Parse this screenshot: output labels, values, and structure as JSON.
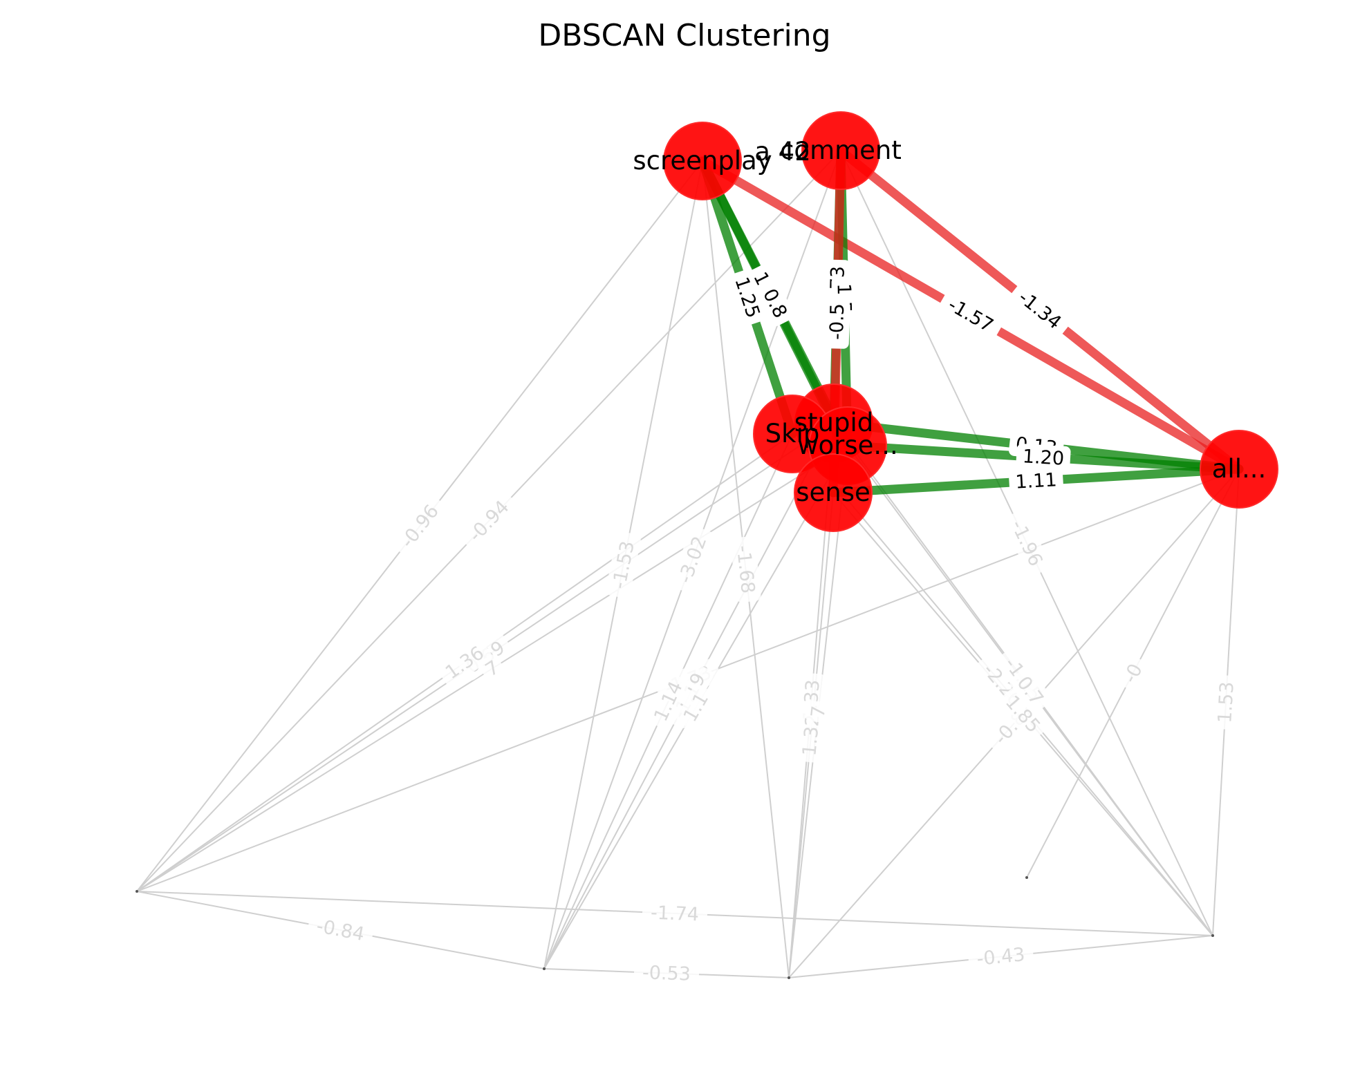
{
  "title": "DBSCAN Clustering",
  "colors": {
    "node_fill": "#ff0000",
    "node_stroke": "#ff2a2a",
    "positive_edge": "#008000",
    "negative_edge": "#e82020",
    "faint_edge": "#cfcfcf",
    "faint_label": "#d9d9d9",
    "label_text": "#000000"
  },
  "graph": {
    "nodes": [
      {
        "id": "screenplay",
        "label": "screenplay"
      },
      {
        "id": "comment",
        "label": "comment"
      },
      {
        "id": "a42",
        "label": "a 42"
      },
      {
        "id": "stupid",
        "label": "stupid"
      },
      {
        "id": "skip",
        "label": "Skip"
      },
      {
        "id": "worse",
        "label": "worse..."
      },
      {
        "id": "sense",
        "label": "sense"
      },
      {
        "id": "all",
        "label": "all..."
      }
    ],
    "strong_edges": [
      {
        "from": "screenplay",
        "to": "stupid",
        "weight": "1.19",
        "sign": "positive"
      },
      {
        "from": "screenplay",
        "to": "skip",
        "weight": "1.25",
        "sign": "positive"
      },
      {
        "from": "screenplay",
        "to": "worse",
        "weight": "0.8",
        "sign": "positive"
      },
      {
        "from": "screenplay",
        "to": "all",
        "weight": "-1.57",
        "sign": "negative"
      },
      {
        "from": "comment",
        "to": "stupid",
        "weight": "0.73",
        "sign": "positive"
      },
      {
        "from": "comment",
        "to": "worse",
        "weight": "1.5",
        "sign": "positive"
      },
      {
        "from": "comment",
        "to": "sense",
        "weight": "-0.5",
        "sign": "negative"
      },
      {
        "from": "comment",
        "to": "all",
        "weight": "-1.34",
        "sign": "negative"
      },
      {
        "from": "stupid",
        "to": "all",
        "weight": "0.13",
        "sign": "positive"
      },
      {
        "from": "worse",
        "to": "all",
        "weight": "1.20",
        "sign": "positive"
      },
      {
        "from": "sense",
        "to": "all",
        "weight": "1.11",
        "sign": "positive"
      }
    ],
    "faint_edges": [
      {
        "from": "screenplay",
        "to": "b1",
        "weight": "-0.96"
      },
      {
        "from": "comment",
        "to": "b1",
        "weight": "-0.94"
      },
      {
        "from": "stupid",
        "to": "b1",
        "weight": "0.69"
      },
      {
        "from": "skip",
        "to": "b1",
        "weight": "1.36"
      },
      {
        "from": "worse",
        "to": "b1",
        "weight": "7"
      },
      {
        "from": "all",
        "to": "b1",
        "weight": "-1.73"
      },
      {
        "from": "b1",
        "to": "b2",
        "weight": "-0.84"
      },
      {
        "from": "b1",
        "to": "b5",
        "weight": "-1.74"
      },
      {
        "from": "screenplay",
        "to": "b2",
        "weight": "-1.53"
      },
      {
        "from": "comment",
        "to": "b2",
        "weight": "-3.02"
      },
      {
        "from": "stupid",
        "to": "b2",
        "weight": "-1.19"
      },
      {
        "from": "skip",
        "to": "b2",
        "weight": "1.14"
      },
      {
        "from": "worse",
        "to": "b2",
        "weight": "1.1"
      },
      {
        "from": "b2",
        "to": "b3",
        "weight": "-0.53"
      },
      {
        "from": "screenplay",
        "to": "b3",
        "weight": "-1.68"
      },
      {
        "from": "stupid",
        "to": "b3",
        "weight": "1.33"
      },
      {
        "from": "sense",
        "to": "b3",
        "weight": "1.32"
      },
      {
        "from": "worse",
        "to": "b3",
        "weight": "7"
      },
      {
        "from": "all",
        "to": "b3",
        "weight": "-0.87"
      },
      {
        "from": "b3",
        "to": "b5",
        "weight": "-0.43"
      },
      {
        "from": "comment",
        "to": "b5",
        "weight": "-1.96"
      },
      {
        "from": "stupid",
        "to": "b5",
        "weight": "-1.15"
      },
      {
        "from": "skip",
        "to": "b5",
        "weight": "-2.26"
      },
      {
        "from": "worse",
        "to": "b5",
        "weight": "0.7"
      },
      {
        "from": "sense",
        "to": "b5",
        "weight": "1.85"
      },
      {
        "from": "all",
        "to": "b4",
        "weight": "-0"
      },
      {
        "from": "all",
        "to": "b5",
        "weight": "1.53"
      }
    ]
  }
}
